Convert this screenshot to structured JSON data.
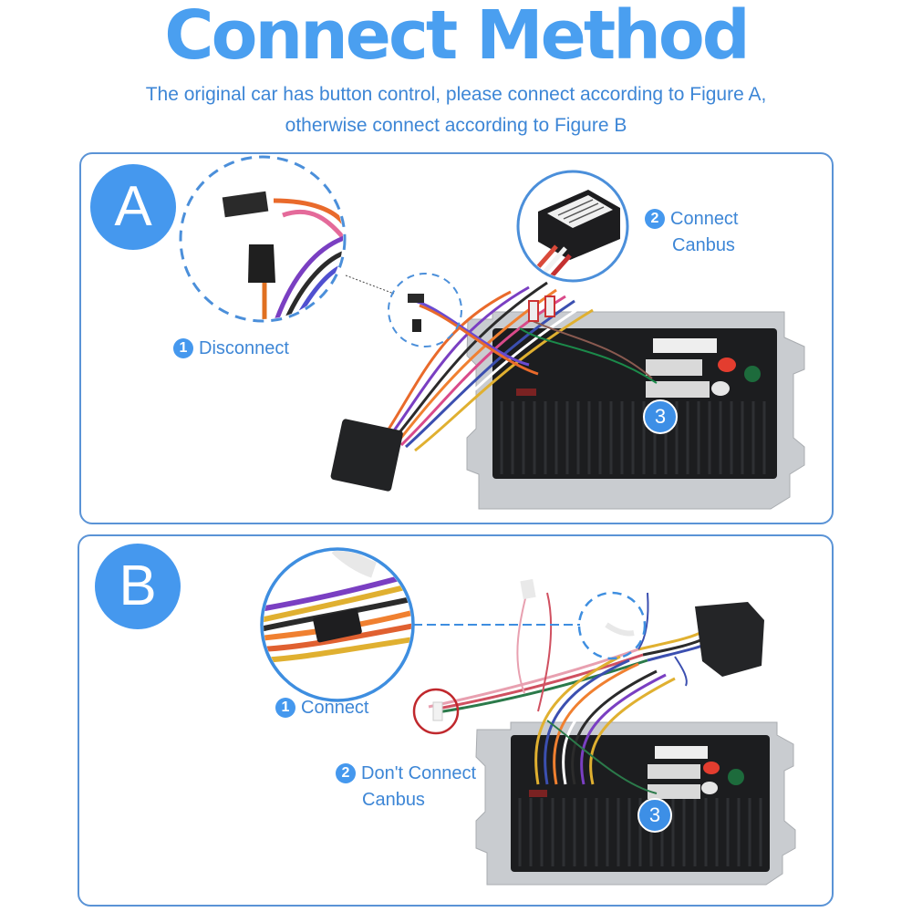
{
  "header": {
    "title": "Connect Method",
    "subtitle_line1": "The original car has button control, please connect according to Figure A,",
    "subtitle_line2": "otherwise connect according to Figure B"
  },
  "figure_a": {
    "label": "A",
    "steps": [
      {
        "number": "1",
        "text": "Disconnect"
      },
      {
        "number": "2",
        "text_line1": "Connect",
        "text_line2": "Canbus"
      },
      {
        "number": "3"
      }
    ]
  },
  "figure_b": {
    "label": "B",
    "steps": [
      {
        "number": "1",
        "text": "Connect"
      },
      {
        "number": "2",
        "text_line1": "Don't Connect",
        "text_line2": "Canbus"
      },
      {
        "number": "3"
      }
    ]
  },
  "colors": {
    "accent": "#4598ee",
    "text_blue": "#3d86d6",
    "border": "#5a93d6",
    "highlight_red": "#c0282d"
  }
}
